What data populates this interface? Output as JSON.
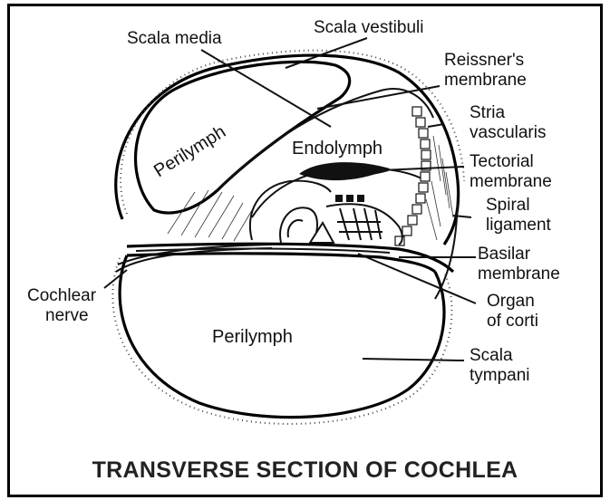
{
  "title": "TRANSVERSE SECTION OF COCHLEA",
  "labels": {
    "scala_media": "Scala media",
    "scala_vestibuli": "Scala vestibuli",
    "reissners_1": "Reissner's",
    "reissners_2": "membrane",
    "stria_1": "Stria",
    "stria_2": "vascularis",
    "tectorial_1": "Tectorial",
    "tectorial_2": "membrane",
    "spiral_1": "Spiral",
    "spiral_2": "ligament",
    "basilar_1": "Basilar",
    "basilar_2": "membrane",
    "organ_1": "Organ",
    "organ_2": "of corti",
    "scala_tympani_1": "Scala",
    "scala_tympani_2": "tympani",
    "cochlear_1": "Cochlear",
    "cochlear_2": "nerve"
  },
  "regions": {
    "perilymph_upper": "Perilymph",
    "endolymph": "Endolymph",
    "perilymph_lower": "Perilymph"
  }
}
